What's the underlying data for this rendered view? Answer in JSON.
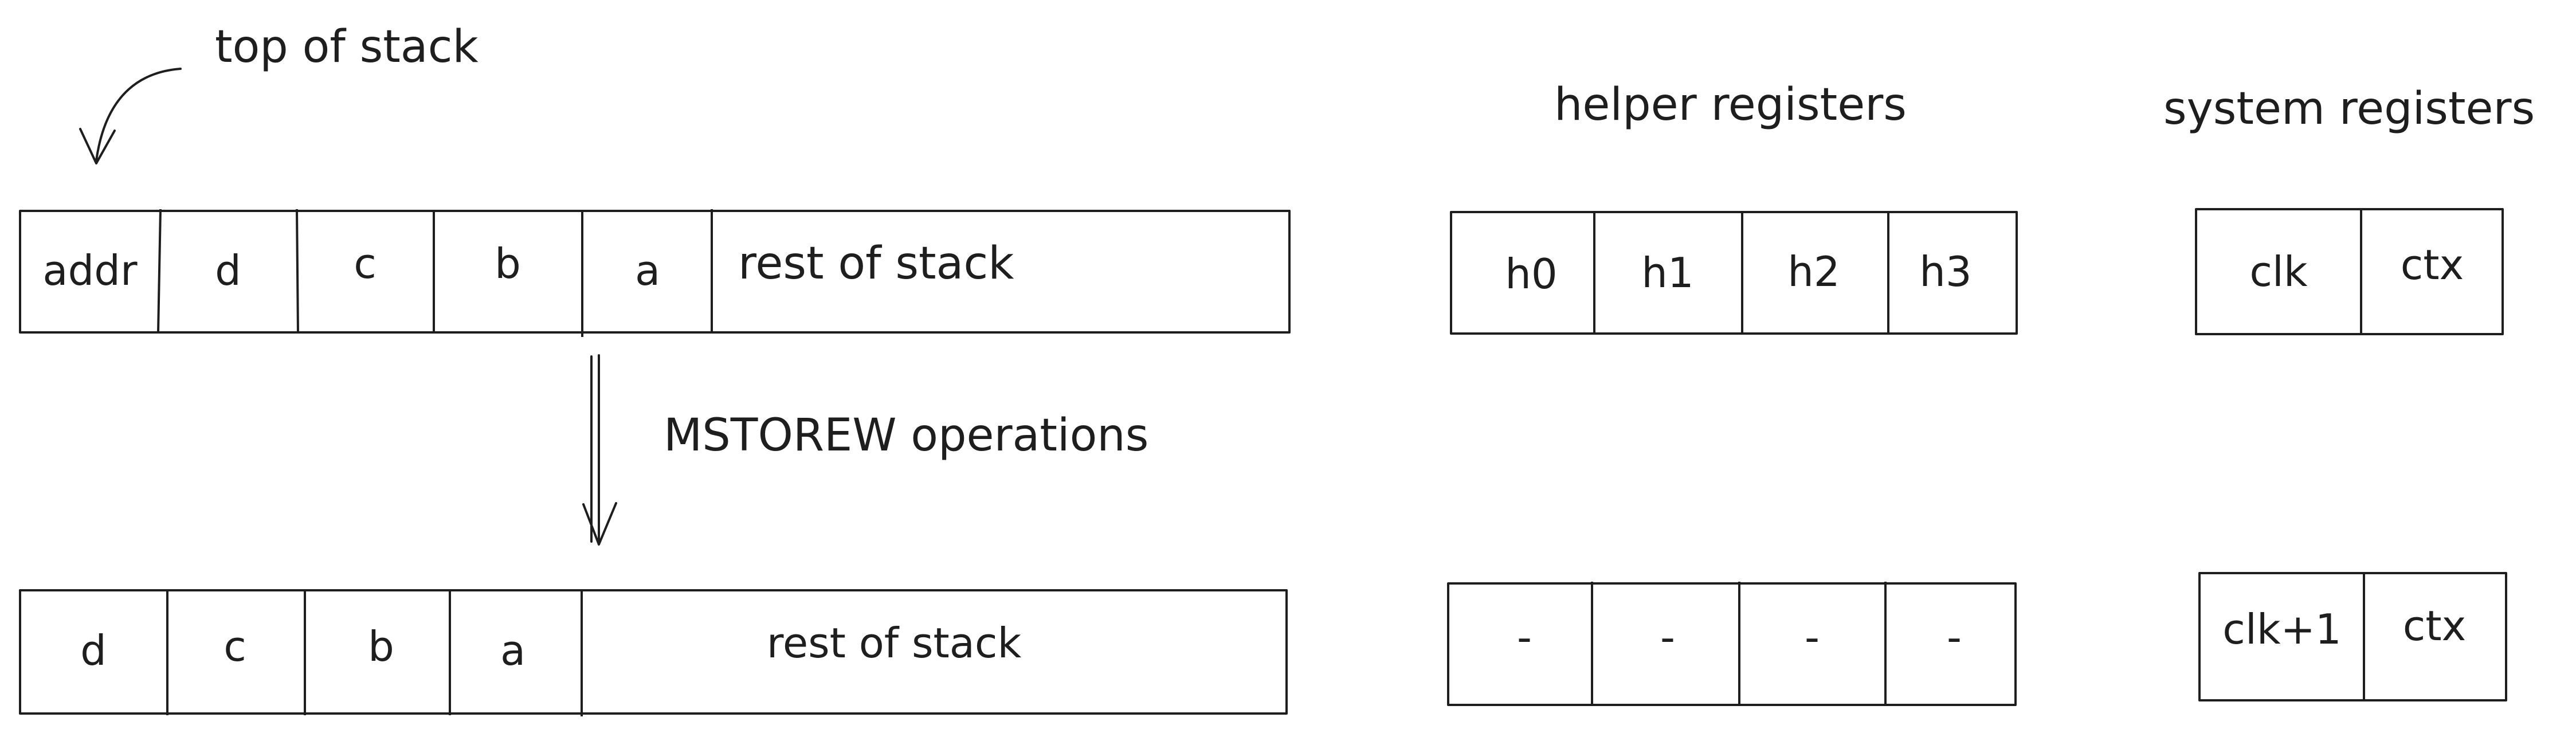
{
  "labels": {
    "top_of_stack": "top of stack",
    "helper_registers": "helper registers",
    "system_registers": "system registers",
    "operation": "MSTOREW operations"
  },
  "before": {
    "stack": [
      "addr",
      "d",
      "c",
      "b",
      "a",
      "rest of stack"
    ],
    "helpers": [
      "h0",
      "h1",
      "h2",
      "h3"
    ],
    "system": [
      "clk",
      "ctx"
    ]
  },
  "after": {
    "stack": [
      "d",
      "c",
      "b",
      "a",
      "rest of stack"
    ],
    "helpers": [
      "-",
      "-",
      "-",
      "-"
    ],
    "system": [
      "clk+1",
      "ctx"
    ]
  }
}
